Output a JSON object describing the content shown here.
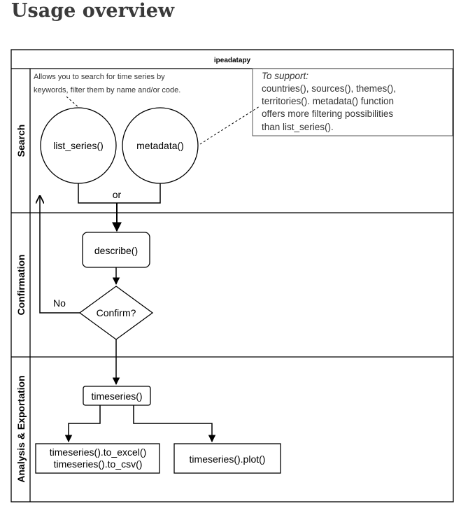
{
  "title": "Usage overview",
  "diagram": {
    "pool_name": "ipeadatapy",
    "lanes": [
      "Search",
      "Confirmation",
      "Analysis & Exportation"
    ],
    "search_note": [
      "Allows you to search for time series by",
      "keywords, filter them by name and/or code."
    ],
    "support_note": {
      "heading": "To support:",
      "lines": [
        "countries(), sources(), themes(),",
        "territories(). metadata() function",
        "offers more filtering possibilities",
        "than list_series()."
      ]
    },
    "nodes": {
      "list_series": "list_series()",
      "metadata": "metadata()",
      "or_label": "or",
      "describe": "describe()",
      "confirm": "Confirm?",
      "no_label": "No",
      "timeseries": "timeseries()",
      "export": [
        "timeseries().to_excel()",
        "timeseries().to_csv()"
      ],
      "plot": "timeseries().plot()"
    }
  }
}
